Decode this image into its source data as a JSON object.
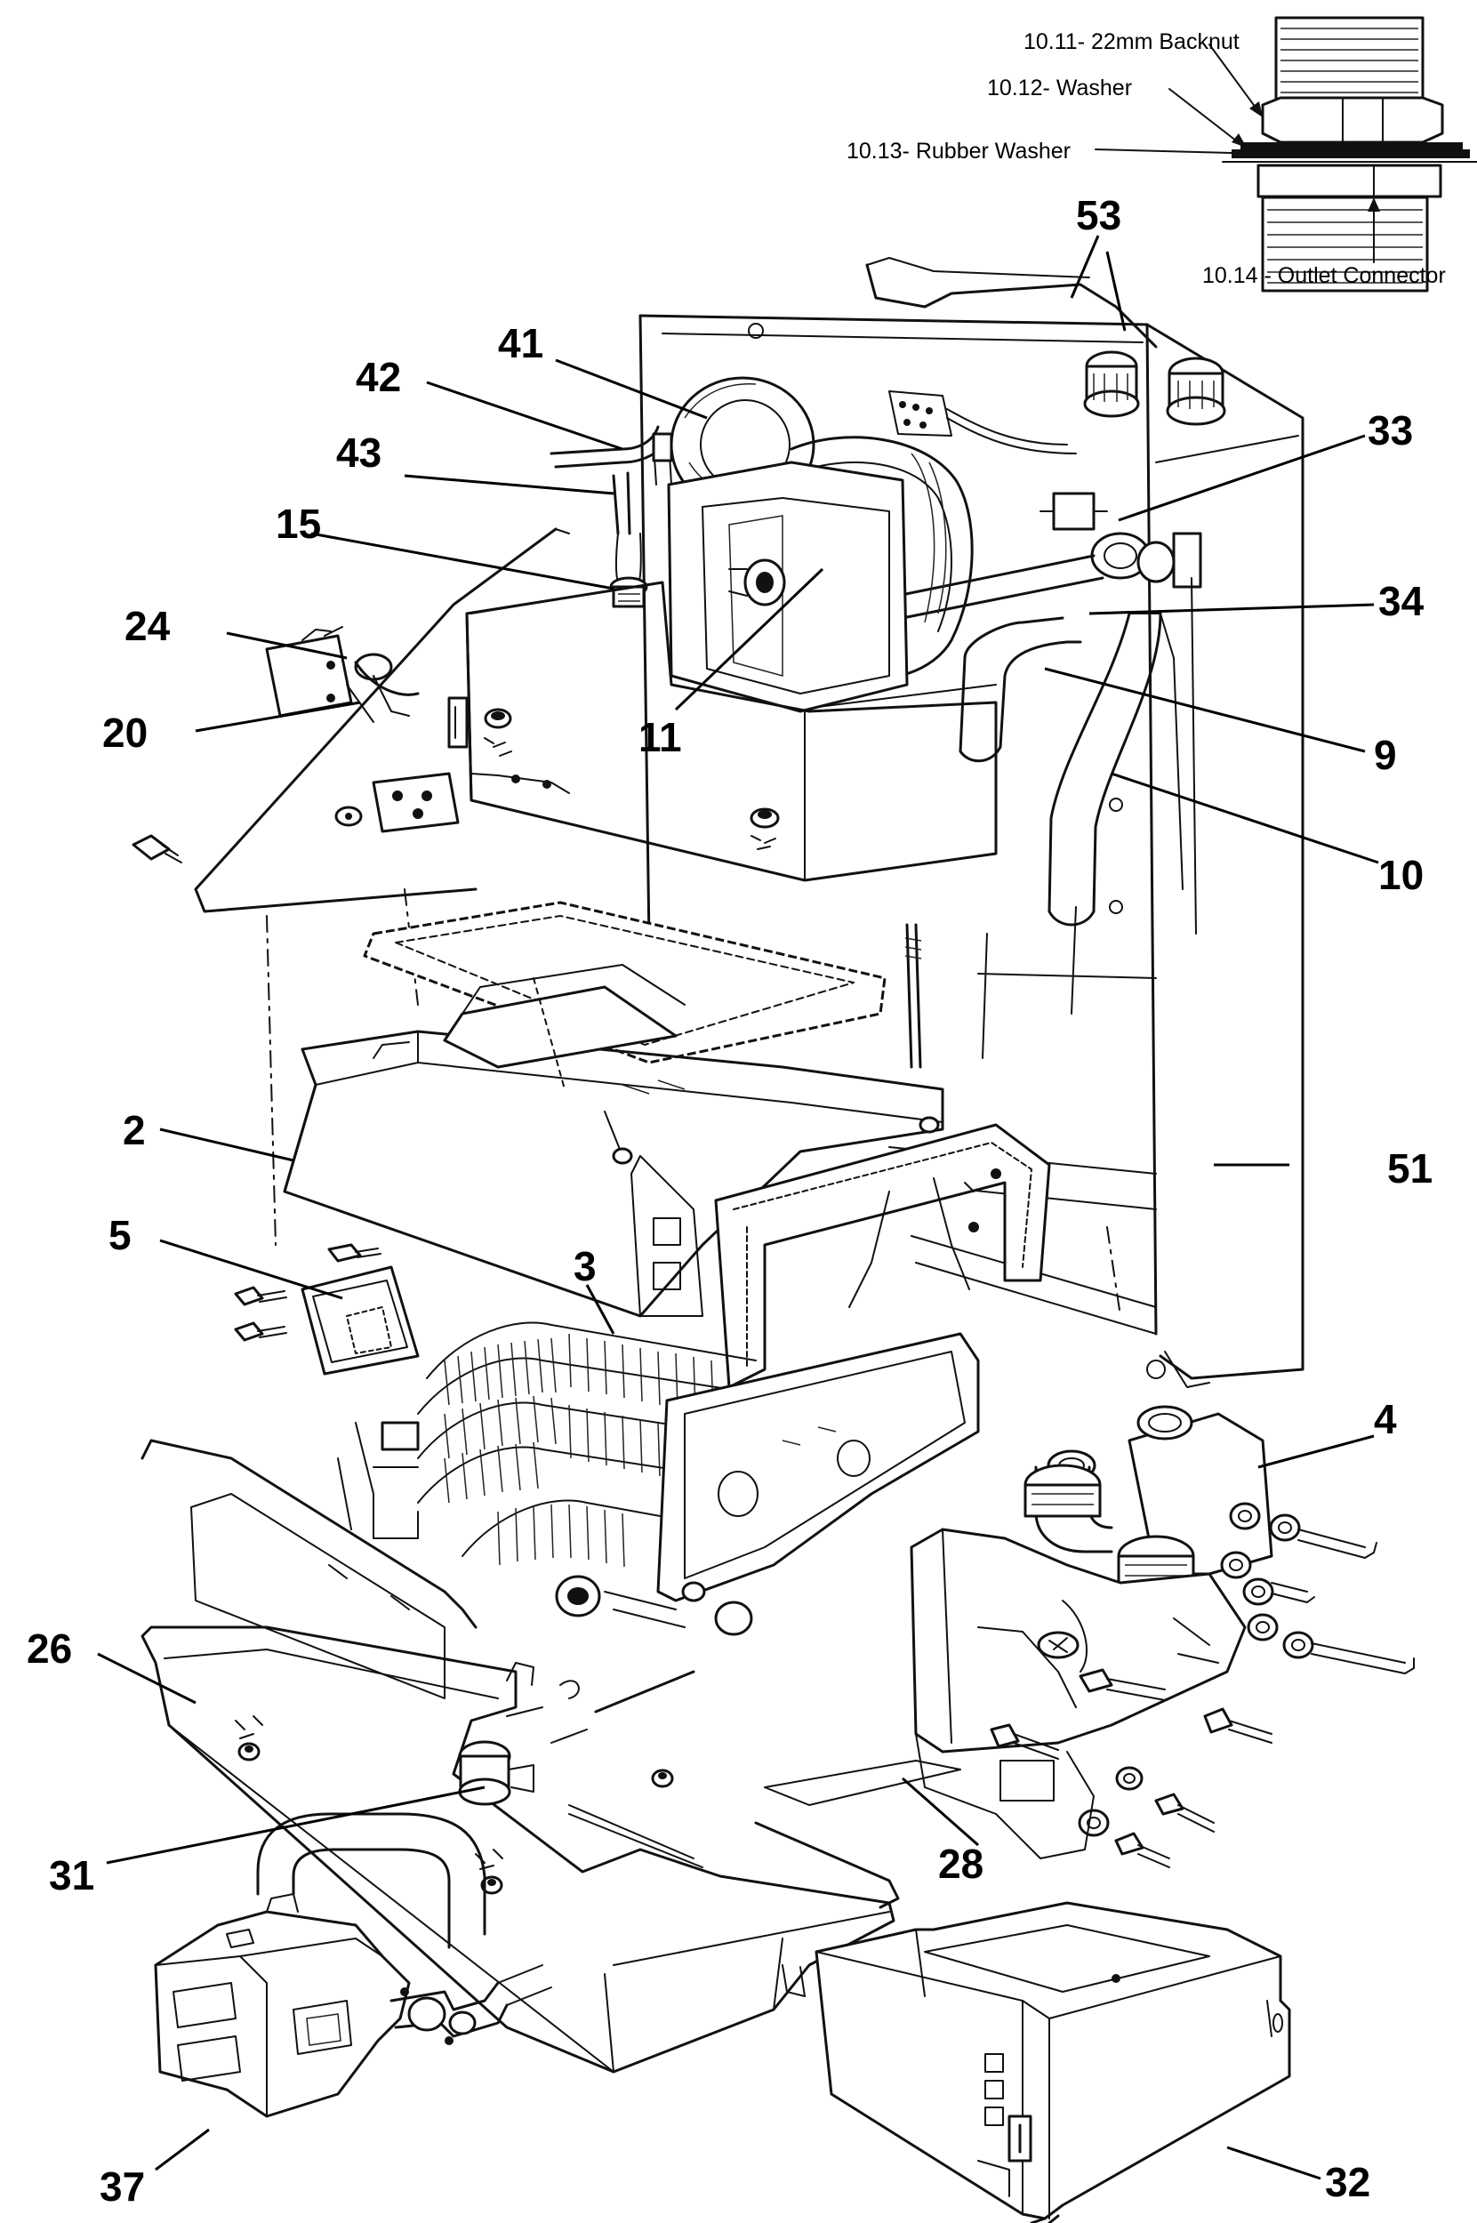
{
  "captions": {
    "backnut": "10.11- 22mm Backnut",
    "washer": "10.12- Washer",
    "rubber_washer": "10.13- Rubber Washer",
    "outlet_connector": "10.14 - Outlet Connector"
  },
  "part_labels": {
    "p53": "53",
    "p41": "41",
    "p42": "42",
    "p43": "43",
    "p33": "33",
    "p15": "15",
    "p34": "34",
    "p24": "24",
    "p20": "20",
    "p11": "11",
    "p9": "9",
    "p10": "10",
    "p2": "2",
    "p51": "51",
    "p5": "5",
    "p3": "3",
    "p4": "4",
    "p26": "26",
    "p31": "31",
    "p28": "28",
    "p37": "37",
    "p32": "32"
  }
}
